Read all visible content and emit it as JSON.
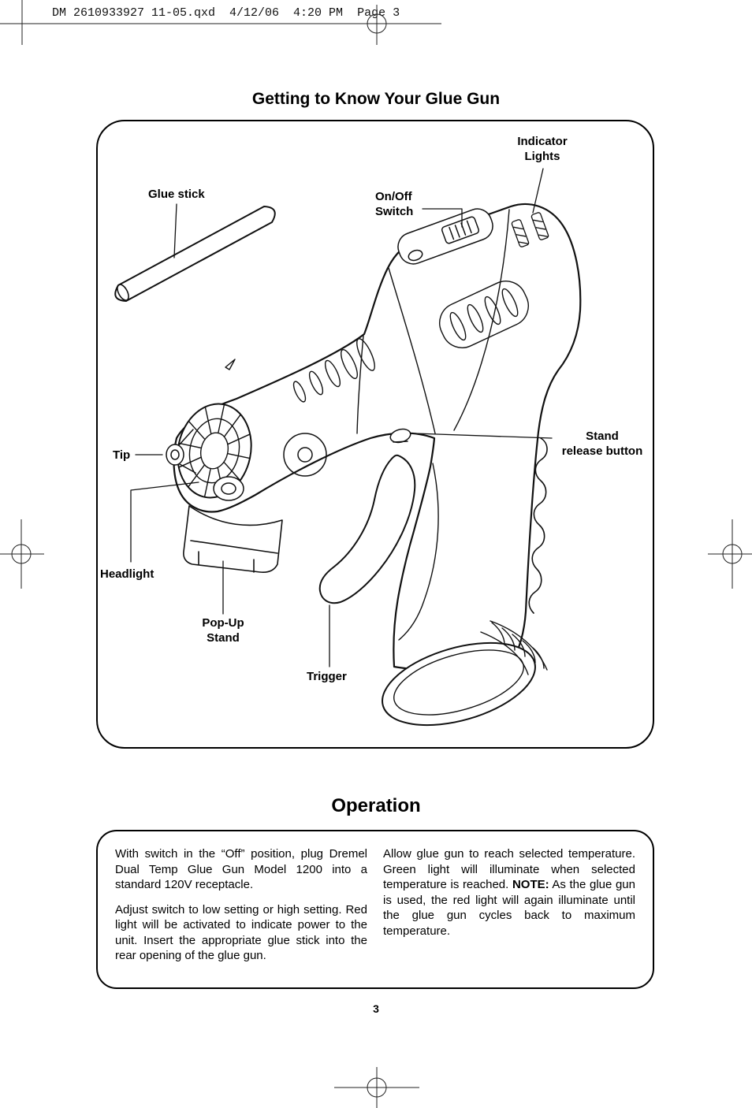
{
  "print_header": {
    "text": "DM 2610933927 11-05.qxd  4/12/06  4:20 PM  Page 3"
  },
  "colors": {
    "ink": "#000000",
    "paper": "#ffffff"
  },
  "diagram": {
    "title": "Getting to Know Your Glue Gun",
    "labels": {
      "indicator_lights": [
        "Indicator",
        "Lights"
      ],
      "glue_stick": [
        "Glue stick"
      ],
      "on_off_switch": [
        "On/Off",
        "Switch"
      ],
      "stand_release_button": [
        "Stand",
        "release button"
      ],
      "tip": [
        "Tip"
      ],
      "headlight": [
        "Headlight"
      ],
      "pop_up_stand": [
        "Pop-Up",
        "Stand"
      ],
      "trigger": [
        "Trigger"
      ]
    }
  },
  "operation": {
    "title": "Operation",
    "left_column": {
      "para1": "With switch in the “Off” position, plug Dremel Dual Temp Glue Gun Model 1200 into a standard 120V receptacle.",
      "para2": "Adjust switch to low setting or high setting. Red light will be activated to indicate power to the unit.  Insert the appropriate glue stick into the rear opening of the glue gun."
    },
    "right_column": {
      "para1_before_note": "Allow glue gun to reach selected temperature.  Green light will illuminate when selected temperature is reached.  ",
      "note_label": "NOTE:",
      "para1_after_note": " As the glue gun is used, the red light will again illuminate until the glue gun cycles back to maximum temperature."
    }
  },
  "footer": {
    "page_number": "3"
  }
}
